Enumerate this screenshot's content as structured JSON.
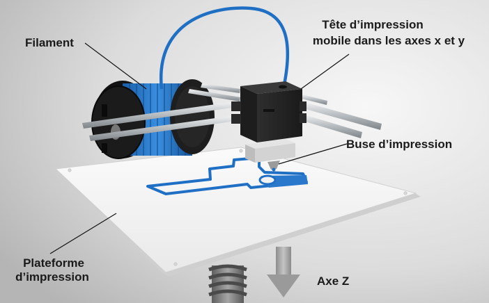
{
  "labels": {
    "filament": "Filament",
    "head_line1": "Tête d’impression",
    "head_line2": "mobile dans les axes x et y",
    "nozzle": "Buse d’impression",
    "platform_line1": "Plateforme",
    "platform_line2": "d’impression",
    "z_axis": "Axe Z"
  },
  "colors": {
    "background_light": "#f4f4f4",
    "background_dark": "#b9b9b9",
    "filament_blue": "#1f6fc4",
    "plate": "#f3f3f3",
    "head": "#2a2a2a",
    "rod": "#cfd3d6",
    "spool": "#1c1c1c",
    "spring": "#8a8a8a",
    "arrow": "#a9a9a9",
    "text": "#1a1a1a"
  }
}
